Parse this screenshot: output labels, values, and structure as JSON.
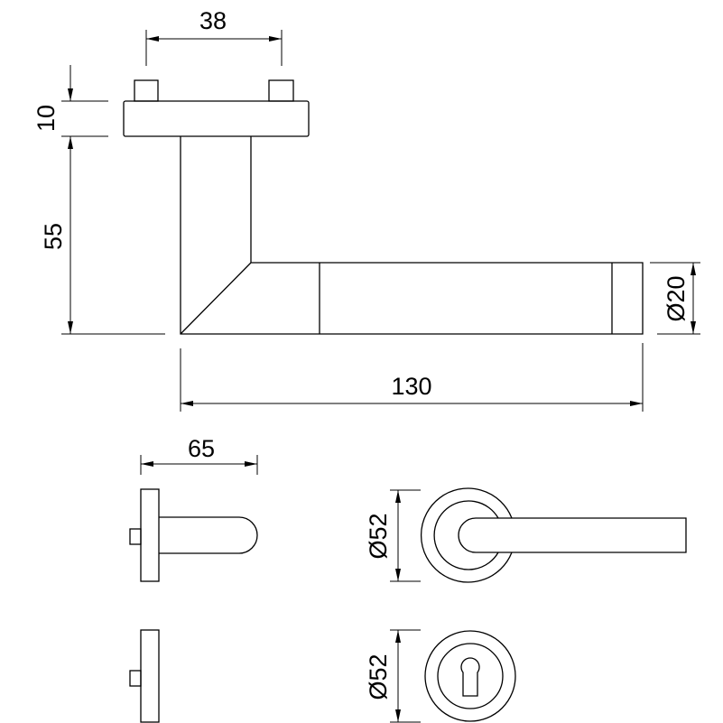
{
  "dimensions": {
    "pin_spacing": "38",
    "rosette_thickness": "10",
    "lever_height": "55",
    "lever_diameter": "Ø20",
    "lever_length": "130",
    "side_projection": "65",
    "rosette_diameter_lever": "Ø52",
    "rosette_diameter_key": "Ø52"
  },
  "colors": {
    "line": "#000000",
    "background": "#ffffff"
  }
}
